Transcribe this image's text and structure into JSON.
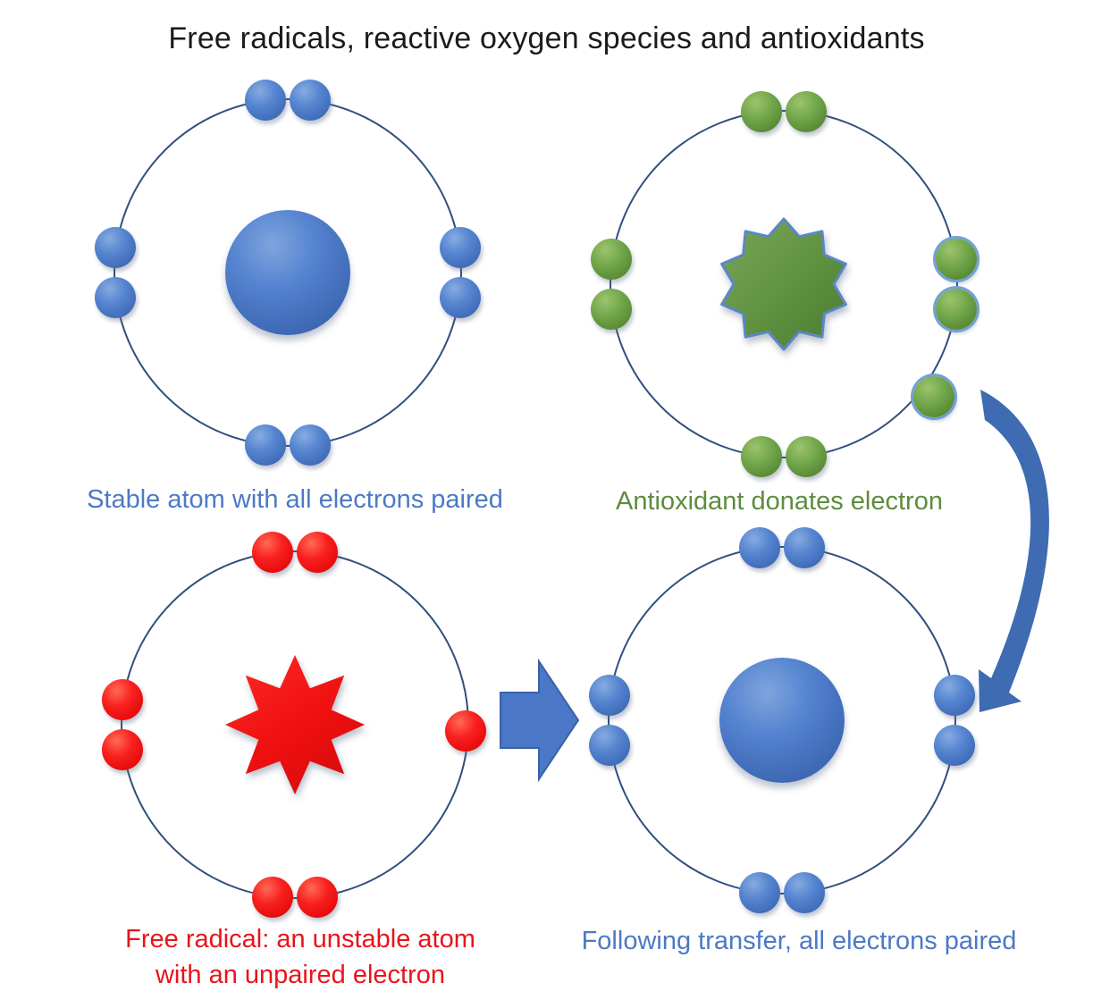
{
  "title": "Free radicals, reactive oxygen species and antioxidants",
  "atoms": {
    "stable": {
      "caption": "Stable atom with all electrons paired",
      "electron_pairs": 4,
      "unpaired_electrons": 0,
      "nucleus_shape": "circle",
      "color": "#4a77c6"
    },
    "antioxidant": {
      "caption": "Antioxidant donates electron",
      "electron_pairs": 4,
      "donated_electrons": 1,
      "nucleus_shape": "10-point-star",
      "color": "#5d8c3e"
    },
    "free_radical": {
      "caption_line1": "Free radical: an unstable atom",
      "caption_line2": "with an unpaired electron",
      "electron_pairs": 3,
      "unpaired_electrons": 1,
      "nucleus_shape": "8-point-star",
      "color": "#e8141b"
    },
    "after_transfer": {
      "caption": "Following transfer, all electrons paired",
      "electron_pairs": 4,
      "unpaired_electrons": 0,
      "nucleus_shape": "circle",
      "color": "#4a77c6"
    }
  },
  "arrows": {
    "curved_arrow_meaning": "electron transferred from antioxidant to free radical",
    "block_arrow_meaning": "free radical becomes stable atom",
    "arrow_color": "#3e6bb2"
  },
  "palette": {
    "orbit_stroke": "#2f4f7d",
    "blue": "#4a77c6",
    "green": "#5d8c3e",
    "red": "#ee1111",
    "title_color": "#1b1b1b"
  }
}
